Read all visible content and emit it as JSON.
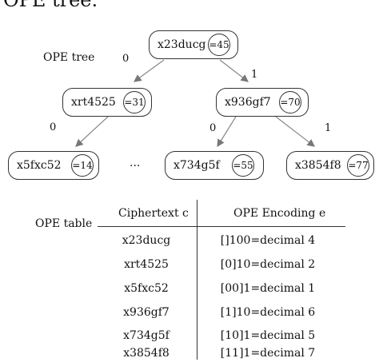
{
  "top_text": "OPE tree.",
  "tree": {
    "title": "OPE tree",
    "edge_labels": {
      "root_left": "0",
      "root_right": "1",
      "left_child": "0",
      "right_left": "0",
      "right_right": "1"
    },
    "ellipsis": "...",
    "nodes": [
      {
        "id": "root",
        "cipher": "x23ducg",
        "value": "=45"
      },
      {
        "id": "left",
        "cipher": "xrt4525",
        "value": "=31"
      },
      {
        "id": "right",
        "cipher": "x936gf7",
        "value": "=70"
      },
      {
        "id": "ll",
        "cipher": "x5fxc52",
        "value": "=14"
      },
      {
        "id": "rl",
        "cipher": "x734g5f",
        "value": "=55"
      },
      {
        "id": "rr",
        "cipher": "x3854f8",
        "value": "=77"
      }
    ]
  },
  "table": {
    "title": "OPE table",
    "col_headers": [
      "Ciphertext c",
      "OPE Encoding e"
    ],
    "rows": [
      [
        "x23ducg",
        "[]100=decimal 4"
      ],
      [
        "xrt4525",
        "[0]10=decimal 2"
      ],
      [
        "x5fxc52",
        "[00]1=decimal 1"
      ],
      [
        "x936gf7",
        "[1]10=decimal 6"
      ],
      [
        "x734g5f",
        "[10]1=decimal 5"
      ],
      [
        "x3854f8",
        "[11]1=decimal 7"
      ]
    ]
  }
}
